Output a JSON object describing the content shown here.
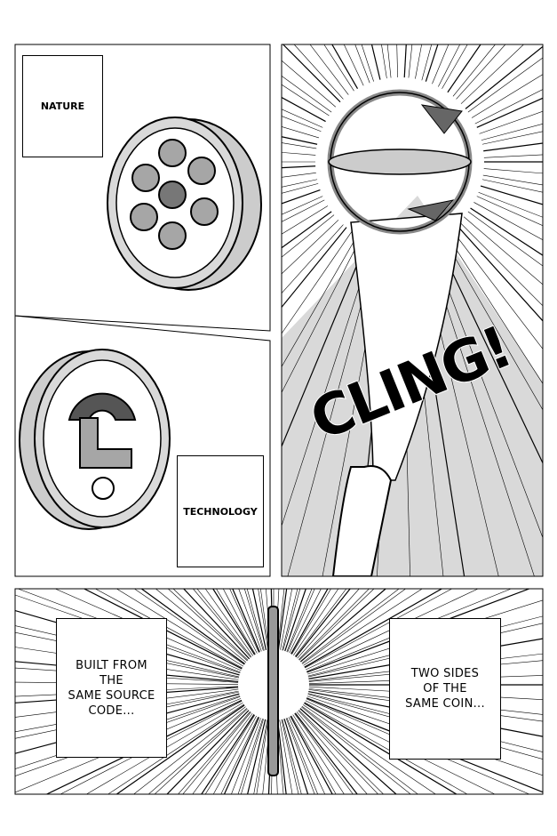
{
  "panel1": {
    "caption": "NATURE"
  },
  "panel2": {
    "sound_effect": "CLING!"
  },
  "panel3": {
    "caption": "TECHNOLOGY"
  },
  "panel4": {
    "left_caption": "BUILT FROM\nTHE\nSAME SOURCE\nCODE...",
    "right_caption": "TWO SIDES\nOF THE\nSAME COIN..."
  },
  "colors": {
    "ink": "#000000",
    "gray_light": "#d9d9d9",
    "gray_mid": "#a6a6a6",
    "gray_dark": "#555555"
  }
}
